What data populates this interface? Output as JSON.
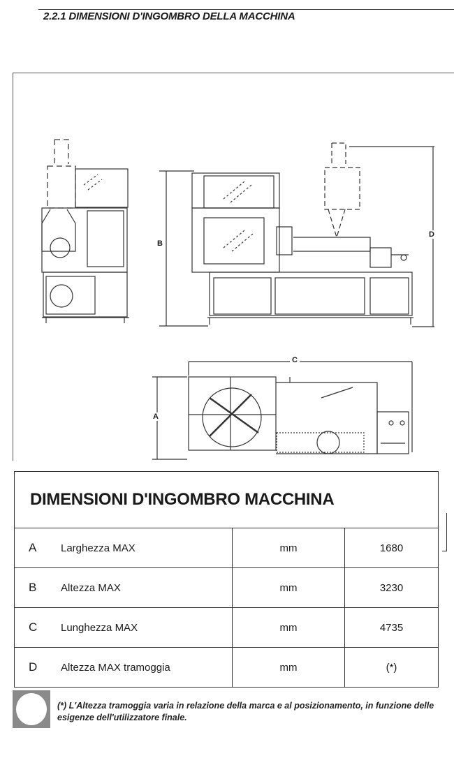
{
  "header": {
    "title": "2.2.1 DIMENSIONI D'INGOMBRO DELLA MACCHINA"
  },
  "drawing": {
    "labels": {
      "a": "A",
      "b": "B",
      "c": "C",
      "d": "D"
    }
  },
  "table": {
    "title": "DIMENSIONI D'INGOMBRO MACCHINA",
    "rows": [
      {
        "letter": "A",
        "label": "Larghezza MAX",
        "unit": "mm",
        "value": "1680"
      },
      {
        "letter": "B",
        "label": "Altezza MAX",
        "unit": "mm",
        "value": "3230"
      },
      {
        "letter": "C",
        "label": "Lunghezza MAX",
        "unit": "mm",
        "value": "4735"
      },
      {
        "letter": "D",
        "label": "Altezza MAX tramoggia",
        "unit": "mm",
        "value": "(*)"
      }
    ]
  },
  "note": {
    "text": "(*) L'Altezza tramoggia varia in relazione della marca e al posizionamento, in funzione delle esigenze dell'utilizzatore finale."
  }
}
